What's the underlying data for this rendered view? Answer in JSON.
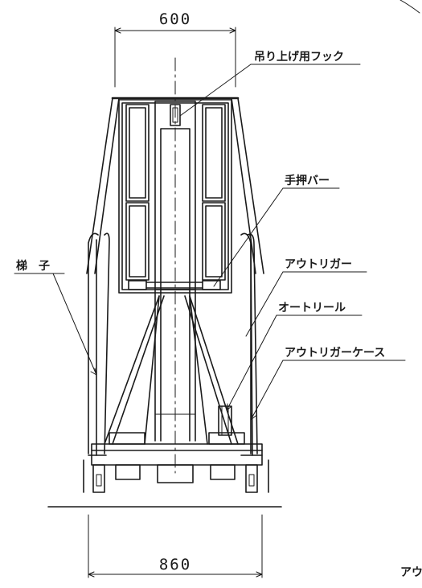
{
  "dimensions": {
    "top_width": "600",
    "bottom_width": "860"
  },
  "labels": {
    "hook": "吊り上げ用フック",
    "push_bar": "手押バー",
    "outrigger": "アウトリガー",
    "ladder": "梯　子",
    "auto_reel": "オートリール",
    "outrigger_case": "アウトリガーケース",
    "cut_off_text": "アウ"
  },
  "colors": {
    "line": "#1a1a1a",
    "background": "#ffffff"
  }
}
